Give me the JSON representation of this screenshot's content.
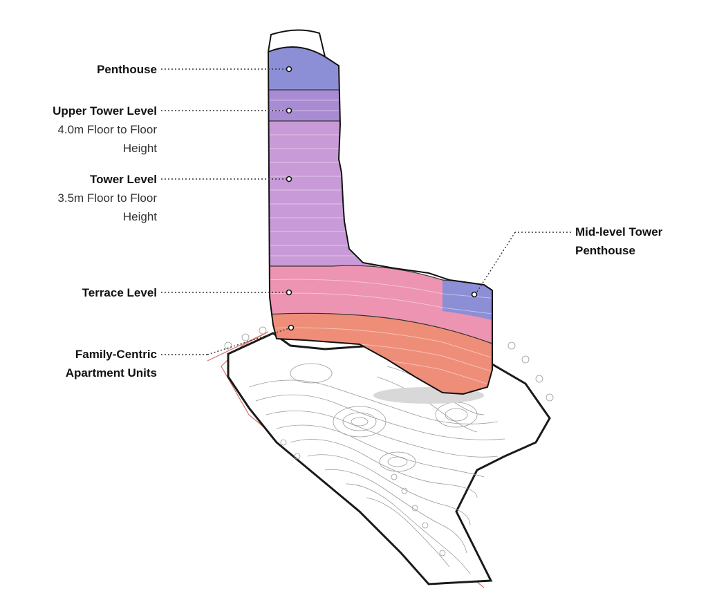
{
  "labels": {
    "penthouse": {
      "title": "Penthouse"
    },
    "upper_tower": {
      "title": "Upper Tower Level",
      "desc_1": "4.0m Floor to Floor",
      "desc_2": "Height"
    },
    "tower": {
      "title": "Tower Level",
      "desc_1": "3.5m Floor to Floor",
      "desc_2": "Height"
    },
    "terrace": {
      "title": "Terrace Level"
    },
    "family": {
      "title_1": "Family-Centric",
      "title_2": "Apartment Units"
    },
    "mid_penthouse": {
      "title_1": "Mid-level Tower",
      "title_2": "Penthouse"
    }
  },
  "colors": {
    "penthouse": "#8c8fd6",
    "upper_tower": "#a98bd4",
    "tower": "#c99ad8",
    "terrace": "#ec94b1",
    "family": "#ee8e79",
    "mid_penthouse": "#8c8fd6",
    "site_outline": "#1a1a1a",
    "contour": "#9a9a9a",
    "boundary_red": "#d2706a",
    "leader": "#333333"
  }
}
